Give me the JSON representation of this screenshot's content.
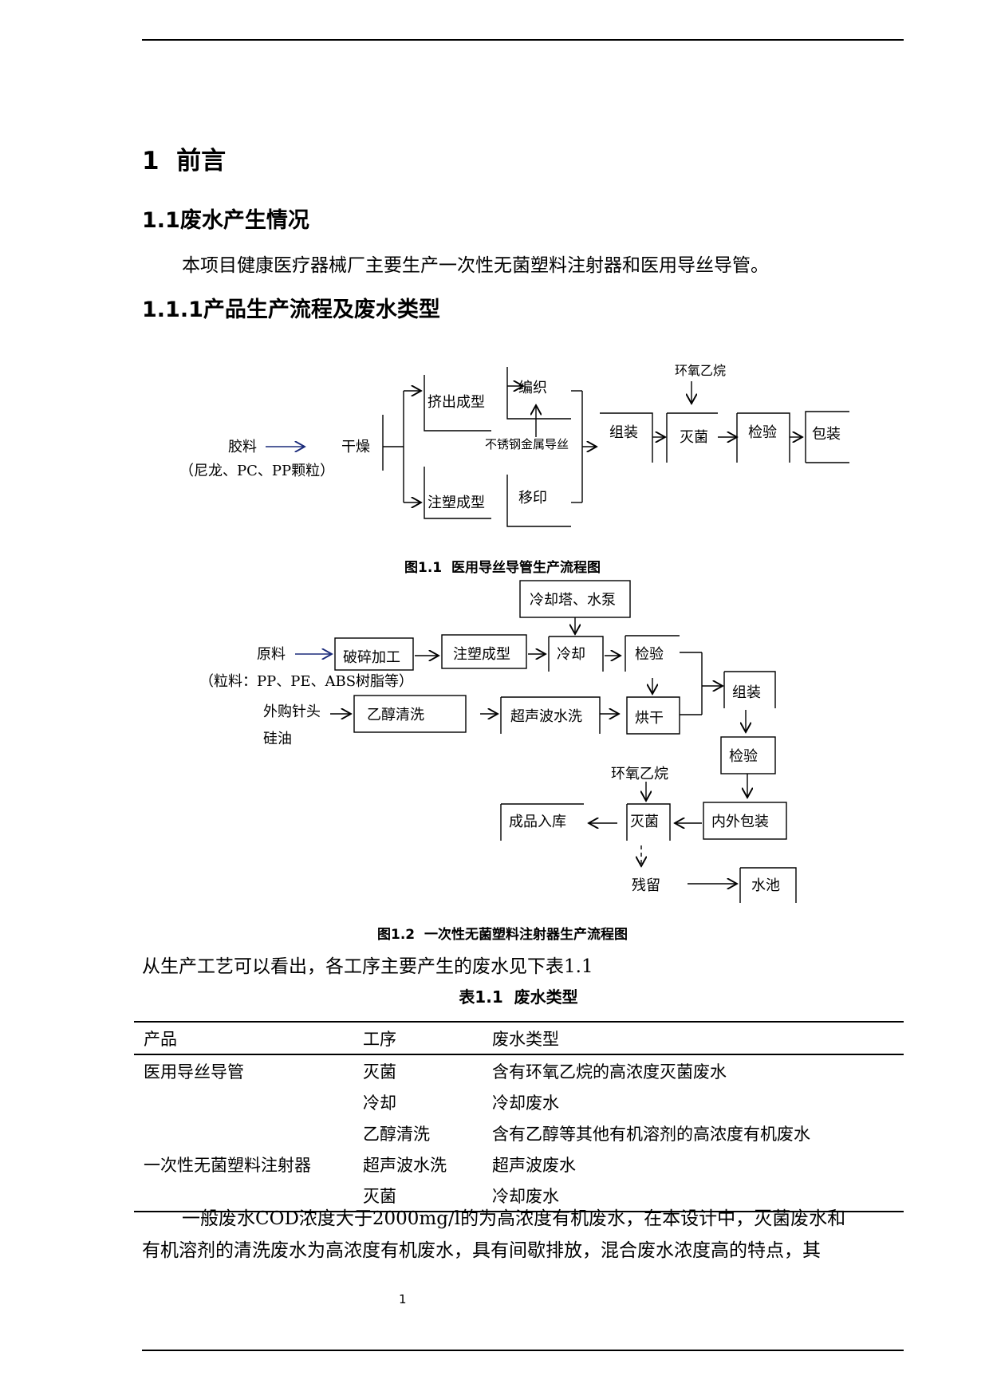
{
  "heading1": "1  前言",
  "heading2": "1.1废水产生情况",
  "intro": "本项目健康医疗器械厂主要生产一次性无菌塑料注射器和医用导丝导管。",
  "heading3": "1.1.1产品生产流程及废水类型",
  "figure1": {
    "caption": "图1.1  医用导丝导管生产流程图",
    "nodes": {
      "raw": "胶料",
      "raw_note": "（尼龙、PC、PP颗粒）",
      "dry": "干燥",
      "extrude": "挤出成型",
      "inject": "注塑成型",
      "weave": "编织",
      "wire": "不锈钢金属导丝",
      "print": "移印",
      "assemble": "组装",
      "eo": "环氧乙烷",
      "sterilize": "灭菌",
      "inspect": "检验",
      "pack": "包装"
    }
  },
  "figure2": {
    "caption": "图1.2  一次性无菌塑料注射器生产流程图",
    "nodes": {
      "raw": "原料",
      "raw_note": "（粒料：PP、PE、ABS树脂等）",
      "crush": "破碎加工",
      "inject": "注塑成型",
      "cool": "冷却",
      "tower": "冷却塔、水泵",
      "inspect": "检验",
      "dry": "烘干",
      "assemble": "组装",
      "needle": "外购针头",
      "silicone": "硅油",
      "ethanol": "乙醇清洗",
      "ultra": "超声波水洗",
      "inspect2": "检验",
      "eo": "环氧乙烷",
      "pack": "内外包装",
      "sterilize": "灭菌",
      "store": "成品入库",
      "residue": "残留",
      "pool": "水池"
    }
  },
  "lead_text": "从生产工艺可以看出，各工序主要产生的废水见下表1.1",
  "table": {
    "caption": "表1.1  废水类型",
    "headers": [
      "产品",
      "工序",
      "废水类型"
    ],
    "rows": [
      [
        "医用导丝导管",
        "灭菌",
        "含有环氧乙烷的高浓度灭菌废水"
      ],
      [
        "",
        "冷却",
        "冷却废水"
      ],
      [
        "",
        "乙醇清洗",
        "含有乙醇等其他有机溶剂的高浓度有机废水"
      ],
      [
        "一次性无菌塑料注射器",
        "超声波水洗",
        "超声波废水"
      ],
      [
        "",
        "灭菌",
        "冷却废水"
      ]
    ]
  },
  "para_line1": "一般废水COD浓度大于2000mg/l的为高浓度有机废水，在本设计中，灭菌废水和",
  "para_line2": "有机溶剂的清洗废水为高浓度有机废水，具有间歇排放，混合废水浓度高的特点，其",
  "page_number": "1"
}
